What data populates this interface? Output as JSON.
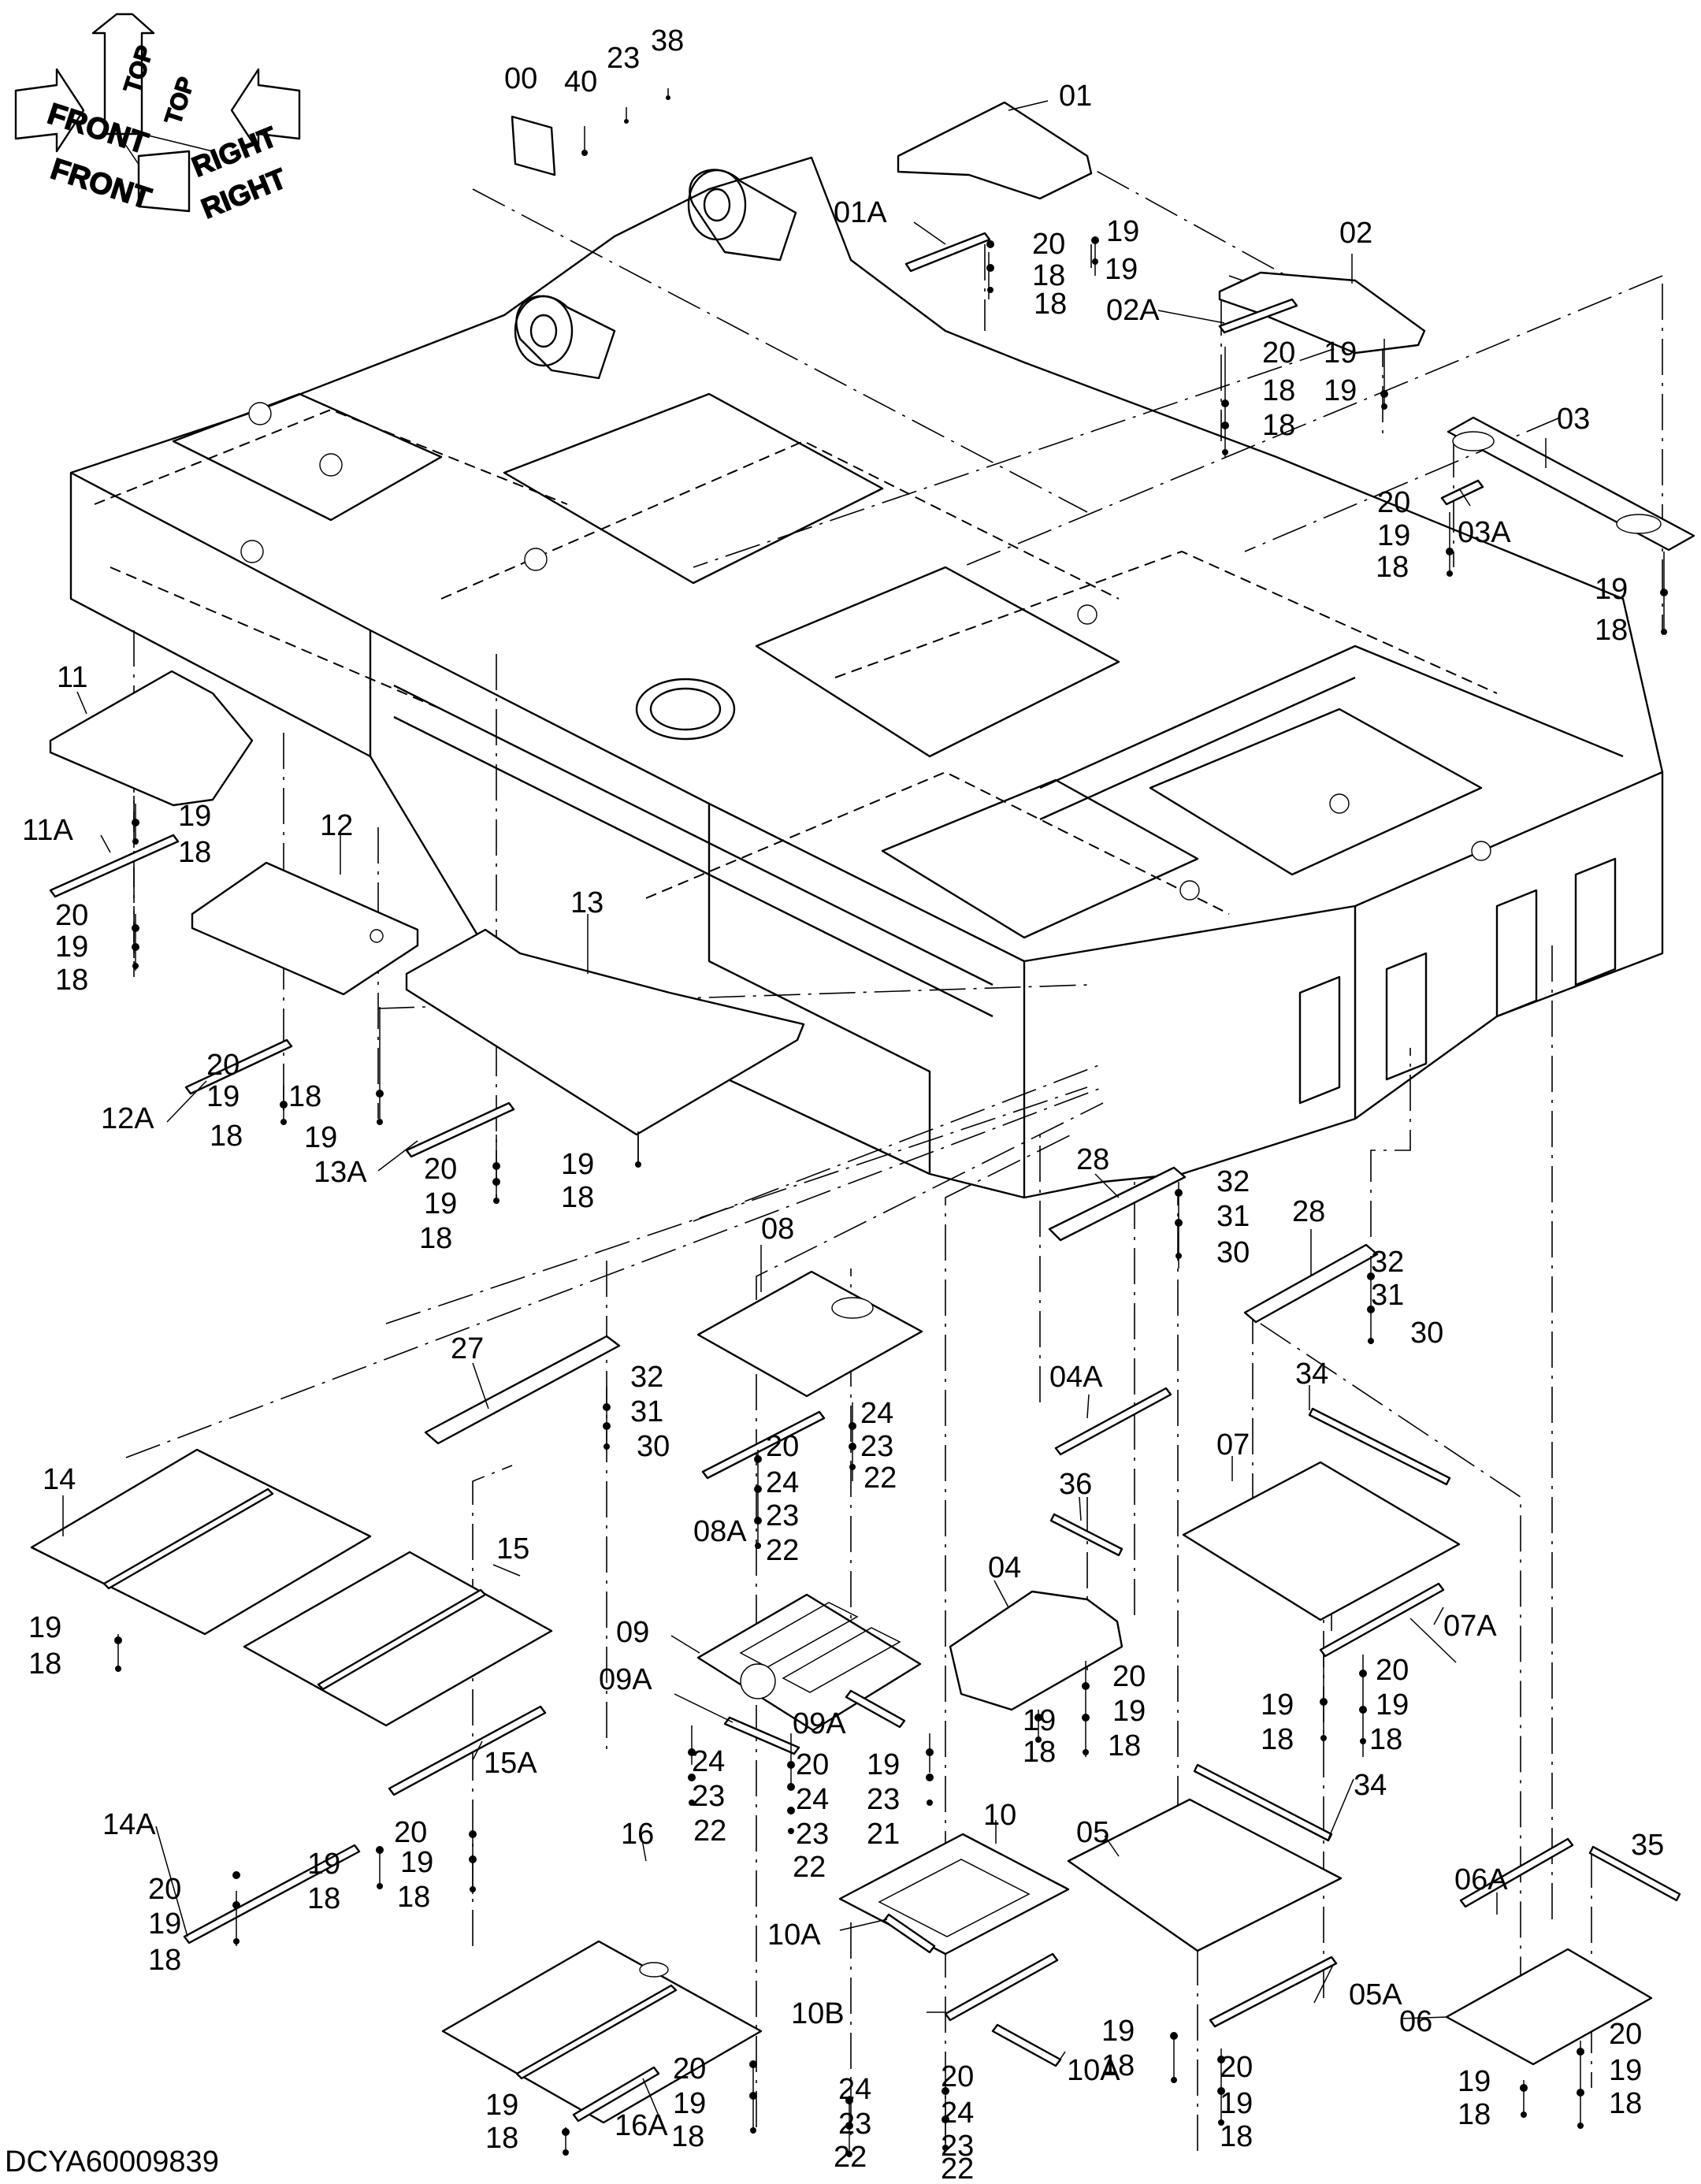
{
  "drawing_code": "DCYA60009839",
  "orientation": {
    "front_label": "FRONT",
    "top_label": "TOP",
    "right_label": "RIGHT"
  },
  "callouts": [
    {
      "id": "00"
    },
    {
      "id": "40"
    },
    {
      "id": "23"
    },
    {
      "id": "38"
    },
    {
      "id": "01"
    },
    {
      "id": "01A"
    },
    {
      "id": "20"
    },
    {
      "id": "19"
    },
    {
      "id": "18"
    },
    {
      "id": "19"
    },
    {
      "id": "18"
    },
    {
      "id": "02"
    },
    {
      "id": "02A"
    },
    {
      "id": "20"
    },
    {
      "id": "19"
    },
    {
      "id": "18"
    },
    {
      "id": "19"
    },
    {
      "id": "18"
    },
    {
      "id": "03"
    },
    {
      "id": "03A"
    },
    {
      "id": "20"
    },
    {
      "id": "19"
    },
    {
      "id": "18"
    },
    {
      "id": "19"
    },
    {
      "id": "18"
    },
    {
      "id": "11"
    },
    {
      "id": "11A"
    },
    {
      "id": "19"
    },
    {
      "id": "18"
    },
    {
      "id": "20"
    },
    {
      "id": "19"
    },
    {
      "id": "18"
    },
    {
      "id": "12"
    },
    {
      "id": "12A"
    },
    {
      "id": "20"
    },
    {
      "id": "19"
    },
    {
      "id": "18"
    },
    {
      "id": "19"
    },
    {
      "id": "18"
    },
    {
      "id": "13"
    },
    {
      "id": "13A"
    },
    {
      "id": "20"
    },
    {
      "id": "19"
    },
    {
      "id": "18"
    },
    {
      "id": "19"
    },
    {
      "id": "18"
    },
    {
      "id": "28"
    },
    {
      "id": "32"
    },
    {
      "id": "31"
    },
    {
      "id": "30"
    },
    {
      "id": "28"
    },
    {
      "id": "32"
    },
    {
      "id": "31"
    },
    {
      "id": "30"
    },
    {
      "id": "08"
    },
    {
      "id": "08A"
    },
    {
      "id": "24"
    },
    {
      "id": "23"
    },
    {
      "id": "22"
    },
    {
      "id": "20"
    },
    {
      "id": "24"
    },
    {
      "id": "23"
    },
    {
      "id": "22"
    },
    {
      "id": "27"
    },
    {
      "id": "32"
    },
    {
      "id": "31"
    },
    {
      "id": "30"
    },
    {
      "id": "04A"
    },
    {
      "id": "36"
    },
    {
      "id": "04"
    },
    {
      "id": "20"
    },
    {
      "id": "19"
    },
    {
      "id": "18"
    },
    {
      "id": "19"
    },
    {
      "id": "18"
    },
    {
      "id": "34"
    },
    {
      "id": "07"
    },
    {
      "id": "07A"
    },
    {
      "id": "20"
    },
    {
      "id": "19"
    },
    {
      "id": "18"
    },
    {
      "id": "19"
    },
    {
      "id": "18"
    },
    {
      "id": "14"
    },
    {
      "id": "19"
    },
    {
      "id": "18"
    },
    {
      "id": "15"
    },
    {
      "id": "15A"
    },
    {
      "id": "20"
    },
    {
      "id": "19"
    },
    {
      "id": "18"
    },
    {
      "id": "19"
    },
    {
      "id": "18"
    },
    {
      "id": "09"
    },
    {
      "id": "09A"
    },
    {
      "id": "09A"
    },
    {
      "id": "24"
    },
    {
      "id": "23"
    },
    {
      "id": "22"
    },
    {
      "id": "20"
    },
    {
      "id": "24"
    },
    {
      "id": "23"
    },
    {
      "id": "22"
    },
    {
      "id": "19"
    },
    {
      "id": "23"
    },
    {
      "id": "21"
    },
    {
      "id": "14A"
    },
    {
      "id": "20"
    },
    {
      "id": "19"
    },
    {
      "id": "18"
    },
    {
      "id": "16"
    },
    {
      "id": "16A"
    },
    {
      "id": "20"
    },
    {
      "id": "19"
    },
    {
      "id": "18"
    },
    {
      "id": "19"
    },
    {
      "id": "18"
    },
    {
      "id": "10"
    },
    {
      "id": "10A"
    },
    {
      "id": "10B"
    },
    {
      "id": "10A"
    },
    {
      "id": "24"
    },
    {
      "id": "23"
    },
    {
      "id": "22"
    },
    {
      "id": "20"
    },
    {
      "id": "24"
    },
    {
      "id": "23"
    },
    {
      "id": "22"
    },
    {
      "id": "05"
    },
    {
      "id": "34"
    },
    {
      "id": "05A"
    },
    {
      "id": "19"
    },
    {
      "id": "18"
    },
    {
      "id": "20"
    },
    {
      "id": "19"
    },
    {
      "id": "18"
    },
    {
      "id": "06A"
    },
    {
      "id": "35"
    },
    {
      "id": "06"
    },
    {
      "id": "19"
    },
    {
      "id": "18"
    },
    {
      "id": "20"
    },
    {
      "id": "19"
    },
    {
      "id": "18"
    }
  ]
}
